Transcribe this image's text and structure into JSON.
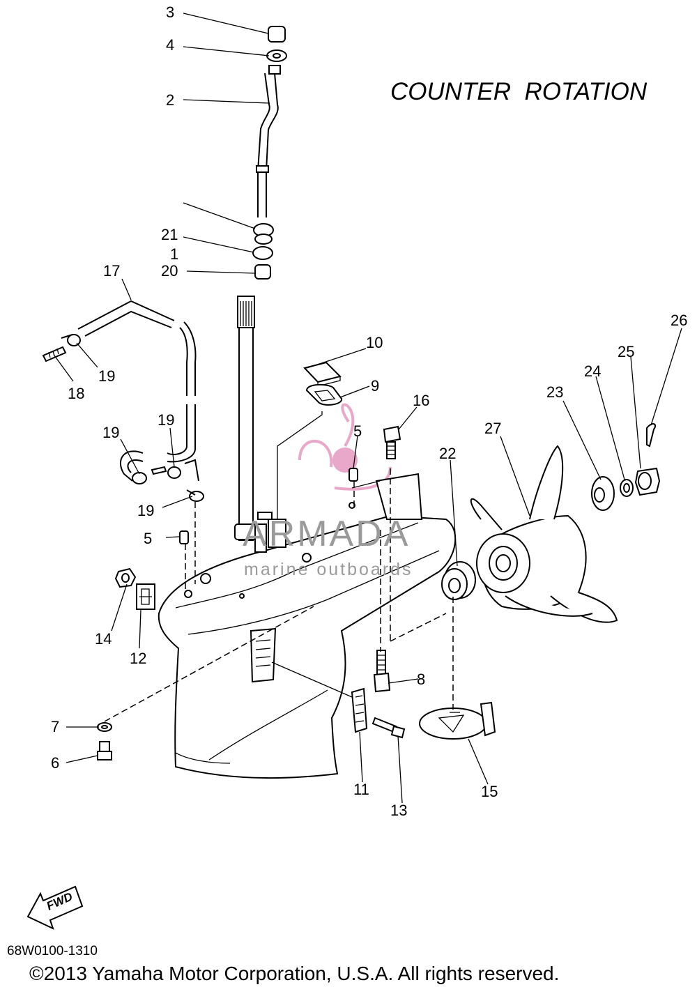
{
  "diagram": {
    "heading": "COUNTER  ROTATION",
    "drawing_code": "68W0100-1310",
    "copyright": "©2013 Yamaha Motor Corporation, U.S.A. All rights reserved.",
    "direction_badge": "FWD",
    "watermark": {
      "title": "ARMADA",
      "subtitle": "marine outboards",
      "color": "#e9a7c9"
    },
    "callouts": [
      "1",
      "2",
      "3",
      "4",
      "5",
      "5",
      "6",
      "7",
      "8",
      "9",
      "10",
      "11",
      "12",
      "13",
      "14",
      "15",
      "16",
      "17",
      "18",
      "19",
      "19",
      "19",
      "19",
      "20",
      "21",
      "22",
      "23",
      "24",
      "25",
      "26",
      "27"
    ]
  }
}
